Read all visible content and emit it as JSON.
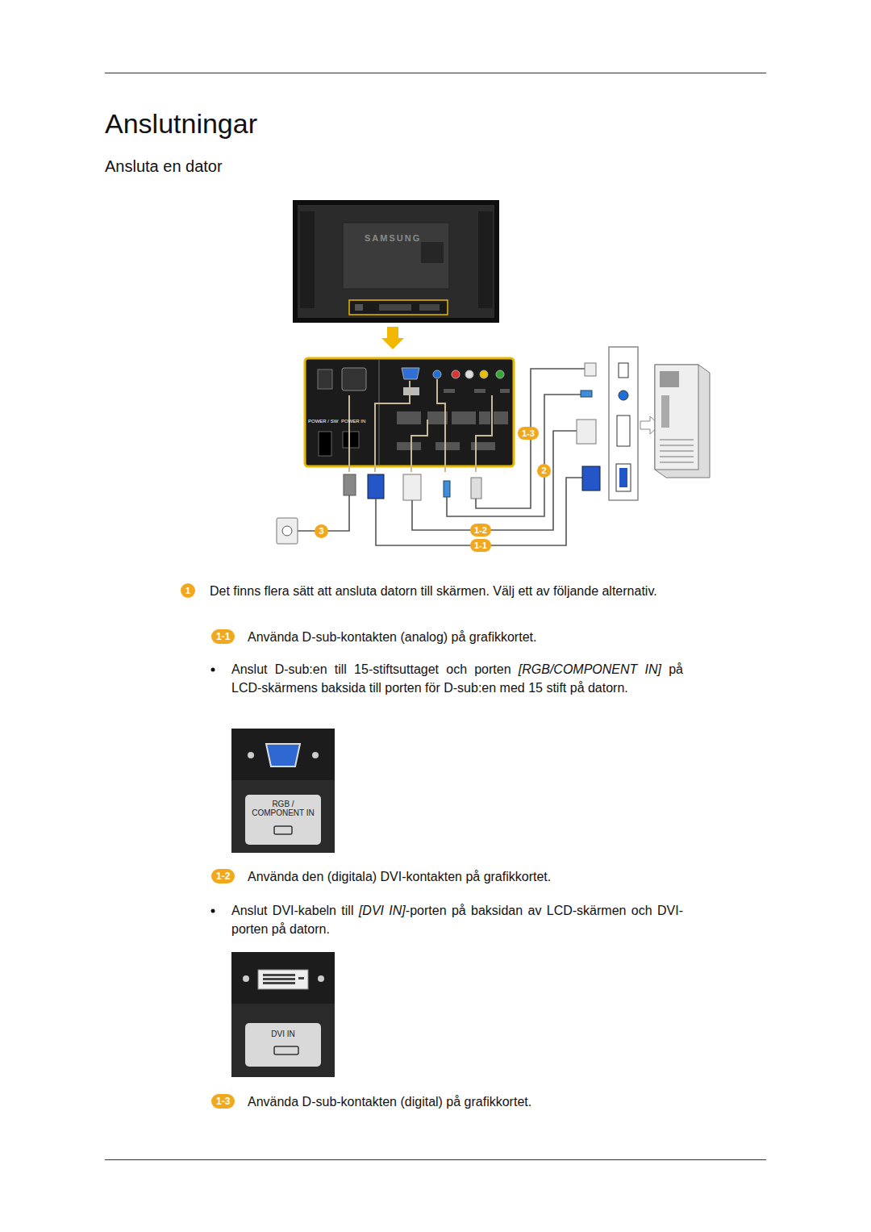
{
  "diagram": {
    "title": "Anslutningar",
    "labels": [
      "Ansluta en dator",
      "SAMSUNG",
      "POWER / SW",
      "POWER IN",
      "1-3",
      "2",
      "3",
      "1-2",
      "1-1",
      "1",
      "Det finns flera sätt att ansluta datorn till skärmen. Välj ett av följande alternativ.",
      "1-1",
      "Använda D-sub-kontakten (analog) på grafikkortet.",
      "Anslut D-sub:en till 15-stiftsuttaget och porten",
      "[RGB/COMPONENT IN]",
      "på LCD-skärmens baksida till porten för D-sub:en med 15 stift på datorn.",
      "RGB / COMPONENT IN",
      "1-2",
      "Använda den (digitala) DVI-kontakten på grafikkortet.",
      "Anslut DVI-kabeln till",
      "[DVI IN]",
      "-porten på baksidan av LCD-skärmen och DVI-porten på datorn.",
      "DVI IN",
      "1-3",
      "Använda D-sub-kontakten (digital) på grafikkortet."
    ]
  }
}
